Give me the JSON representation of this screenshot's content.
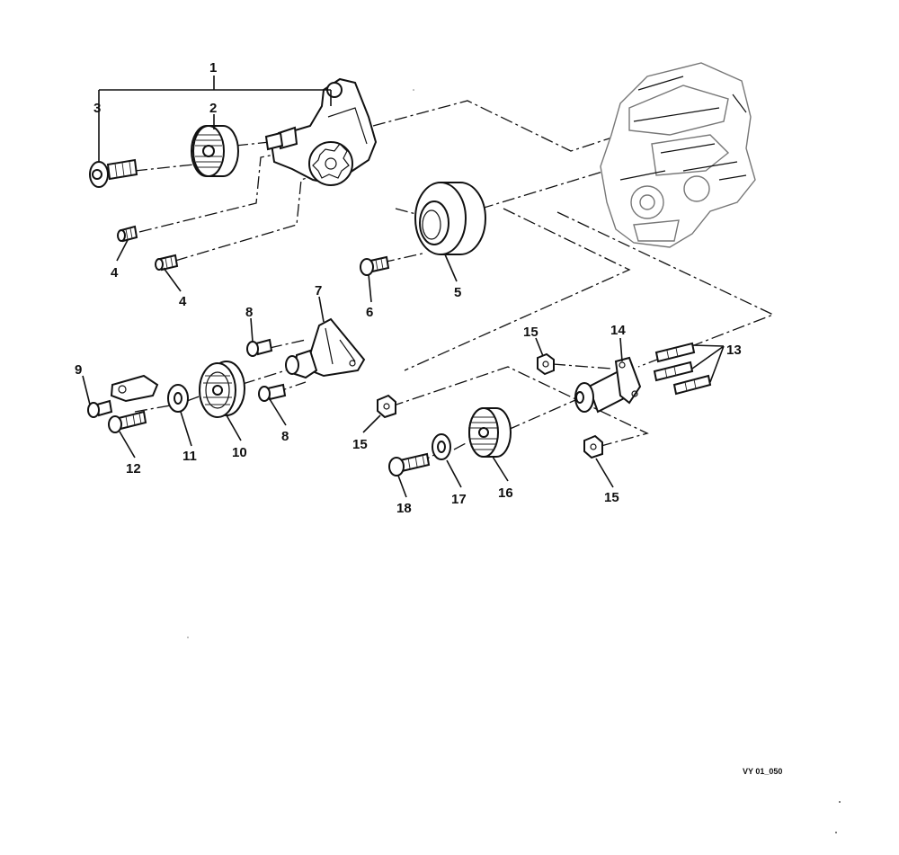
{
  "diagram": {
    "callouts": {
      "c1": "1",
      "c2": "2",
      "c3": "3",
      "c4a": "4",
      "c4b": "4",
      "c5": "5",
      "c6": "6",
      "c7": "7",
      "c8a": "8",
      "c8b": "8",
      "c9": "9",
      "c10": "10",
      "c11": "11",
      "c12": "12",
      "c13": "13",
      "c14": "14",
      "c15a": "15",
      "c15b": "15",
      "c15c": "15",
      "c16": "16",
      "c17": "17",
      "c18": "18"
    },
    "figure_ref": "VY 01_050"
  }
}
